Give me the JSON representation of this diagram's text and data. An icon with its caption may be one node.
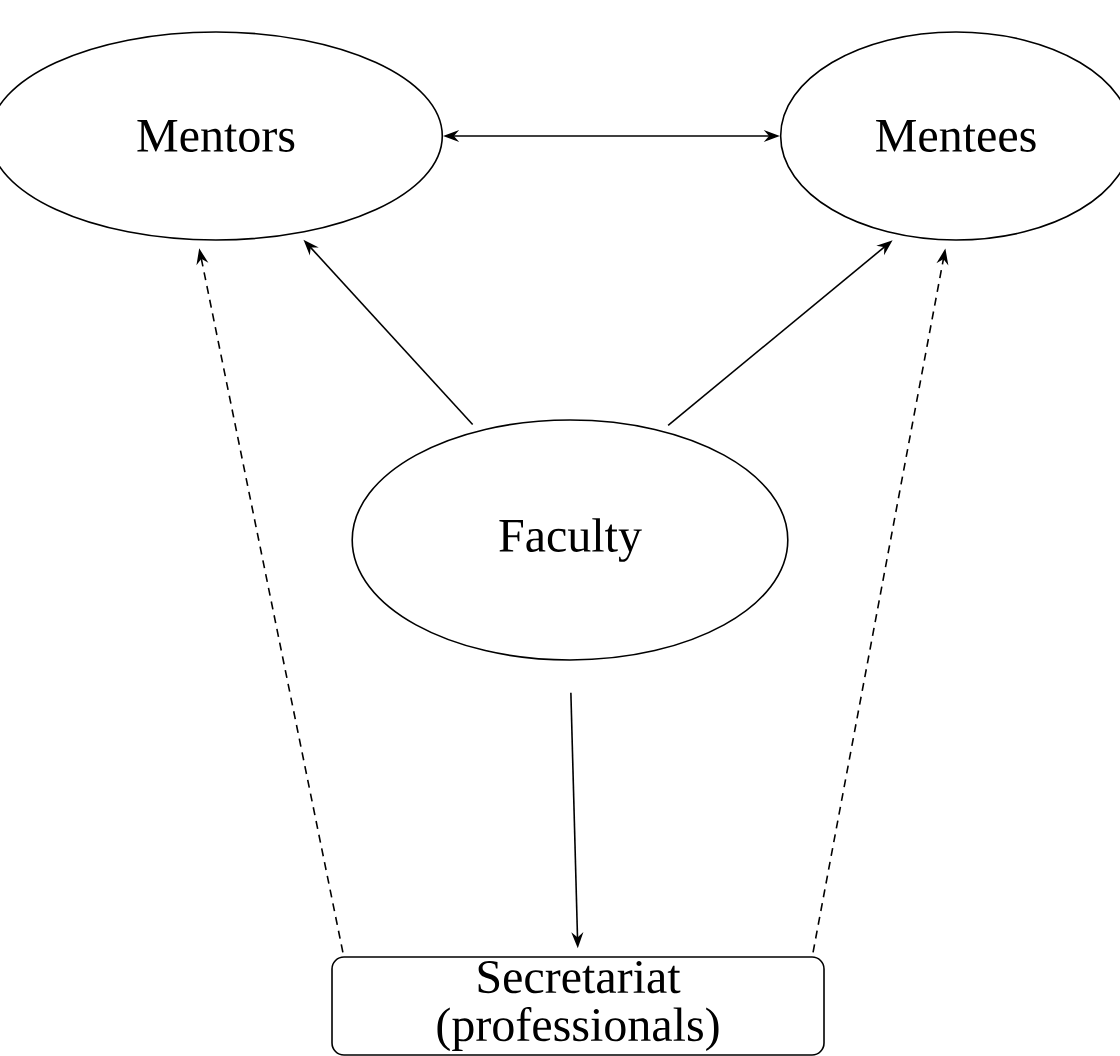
{
  "diagram": {
    "nodes": [
      {
        "text": [
          "Mentors"
        ]
      },
      {
        "text": [
          "Mentees"
        ]
      },
      {
        "text": [
          "Faculty"
        ]
      },
      {
        "text": [
          "Secretariat (professionals)"
        ]
      }
    ],
    "edges": [
      {
        "from": 0,
        "to": 1,
        "arrow": "both"
      },
      {
        "from": 2,
        "to": 0,
        "arrow": "to"
      },
      {
        "from": 2,
        "to": 1,
        "arrow": "to"
      },
      {
        "from": 2,
        "to": 3,
        "arrow": "to"
      },
      {
        "from": 3,
        "to": 0,
        "arrow": "to",
        "style": "dashed"
      },
      {
        "from": 3,
        "to": 1,
        "arrow": "to",
        "style": "dashed"
      }
    ]
  }
}
